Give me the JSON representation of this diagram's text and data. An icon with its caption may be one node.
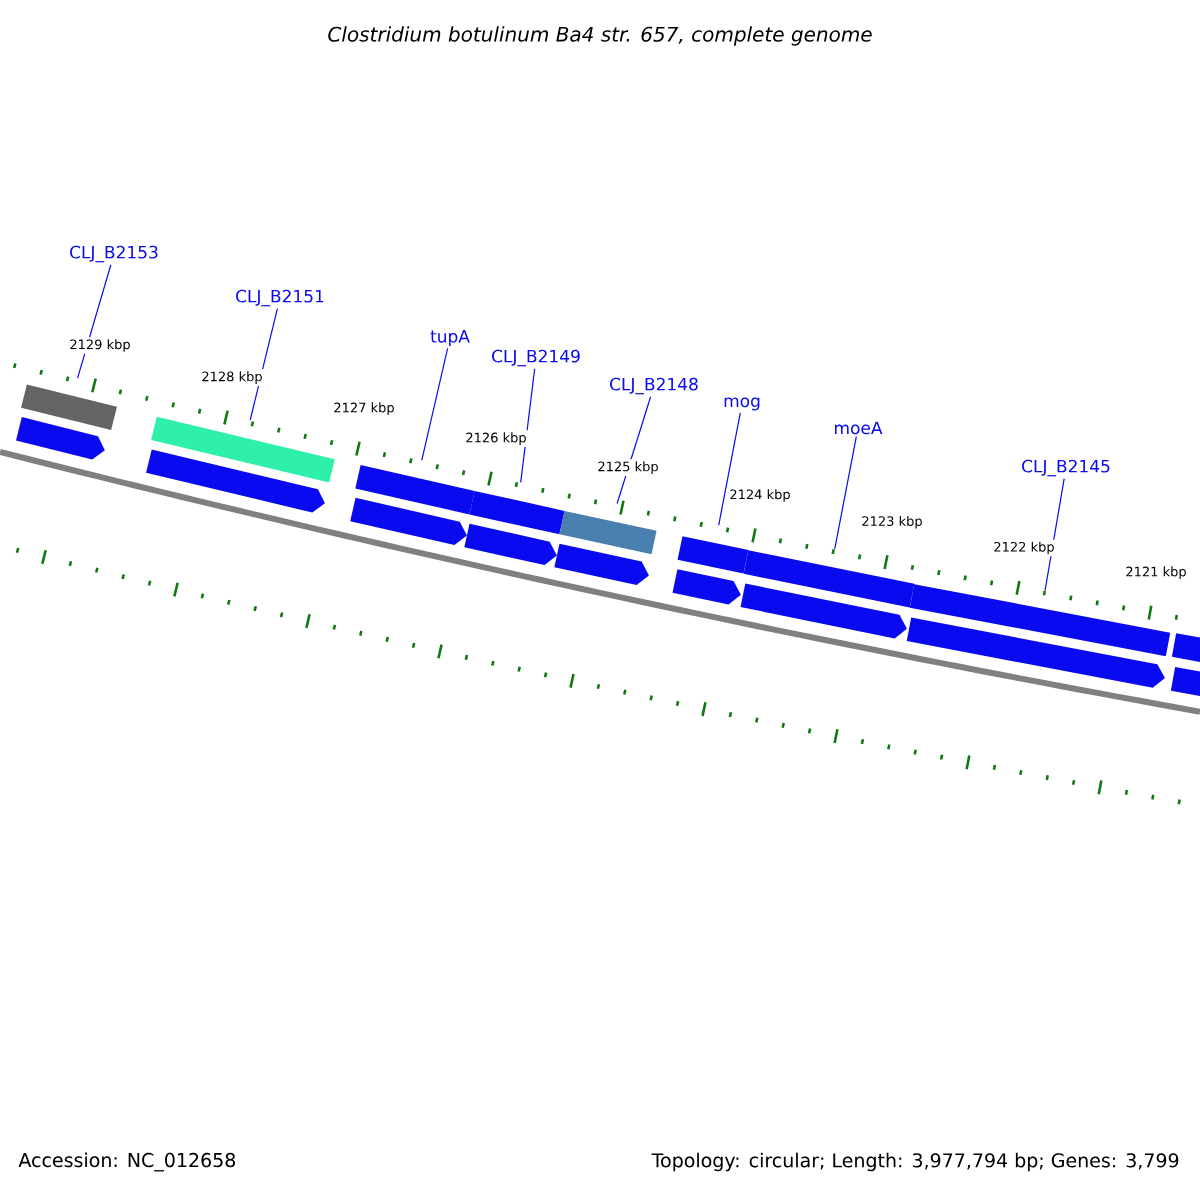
{
  "diagram": {
    "title": "Clostridium botulinum Ba4 str. 657, complete genome",
    "nodes": [
      {
        "text": [
          "CLJ_B2153"
        ]
      },
      {
        "text": [
          "CLJ_B2151"
        ]
      },
      {
        "text": [
          "tupA"
        ]
      },
      {
        "text": [
          "CLJ_B2149"
        ]
      },
      {
        "text": [
          "CLJ_B2148"
        ]
      },
      {
        "text": [
          "mog"
        ]
      },
      {
        "text": [
          "moeA"
        ]
      },
      {
        "text": [
          "CLJ_B2145"
        ]
      },
      {
        "text": [],
        "shape": "bar"
      },
      {
        "text": [],
        "shape": "bar"
      },
      {
        "text": [],
        "shape": "bar"
      },
      {
        "text": [],
        "shape": "bar"
      },
      {
        "text": [],
        "shape": "bar"
      },
      {
        "text": [],
        "shape": "bar"
      },
      {
        "text": [],
        "shape": "bar"
      },
      {
        "text": [],
        "shape": "bar"
      },
      {
        "text": [],
        "shape": "arrow"
      },
      {
        "text": [],
        "shape": "arrow"
      },
      {
        "text": [],
        "shape": "arrow"
      },
      {
        "text": [],
        "shape": "arrow"
      },
      {
        "text": [],
        "shape": "arrow"
      },
      {
        "text": [],
        "shape": "arrow"
      },
      {
        "text": [],
        "shape": "arrow"
      },
      {
        "text": [],
        "shape": "arrow"
      },
      {
        "text": [],
        "shape": "arrow"
      },
      {
        "text": [],
        "shape": "bar"
      }
    ],
    "edges": [
      {
        "from": 0,
        "to": 8,
        "arrow": "none"
      },
      {
        "from": 1,
        "to": 9,
        "arrow": "none"
      },
      {
        "from": 2,
        "to": 10,
        "arrow": "none"
      },
      {
        "from": 3,
        "to": 11,
        "arrow": "none"
      },
      {
        "from": 4,
        "to": 12,
        "arrow": "none"
      },
      {
        "from": 5,
        "to": 13,
        "arrow": "none"
      },
      {
        "from": 6,
        "to": 14,
        "arrow": "none"
      },
      {
        "from": 7,
        "to": 15,
        "arrow": "none"
      }
    ],
    "labels": [
      "2129 kbp",
      "2128 kbp",
      "2127 kbp",
      "2126 kbp",
      "2125 kbp",
      "2124 kbp",
      "2123 kbp",
      "2122 kbp",
      "2121 kbp",
      "Accession: NC_012658",
      "Topology: circular; Length: 3,977,794 bp; Genes: 3,799"
    ]
  }
}
